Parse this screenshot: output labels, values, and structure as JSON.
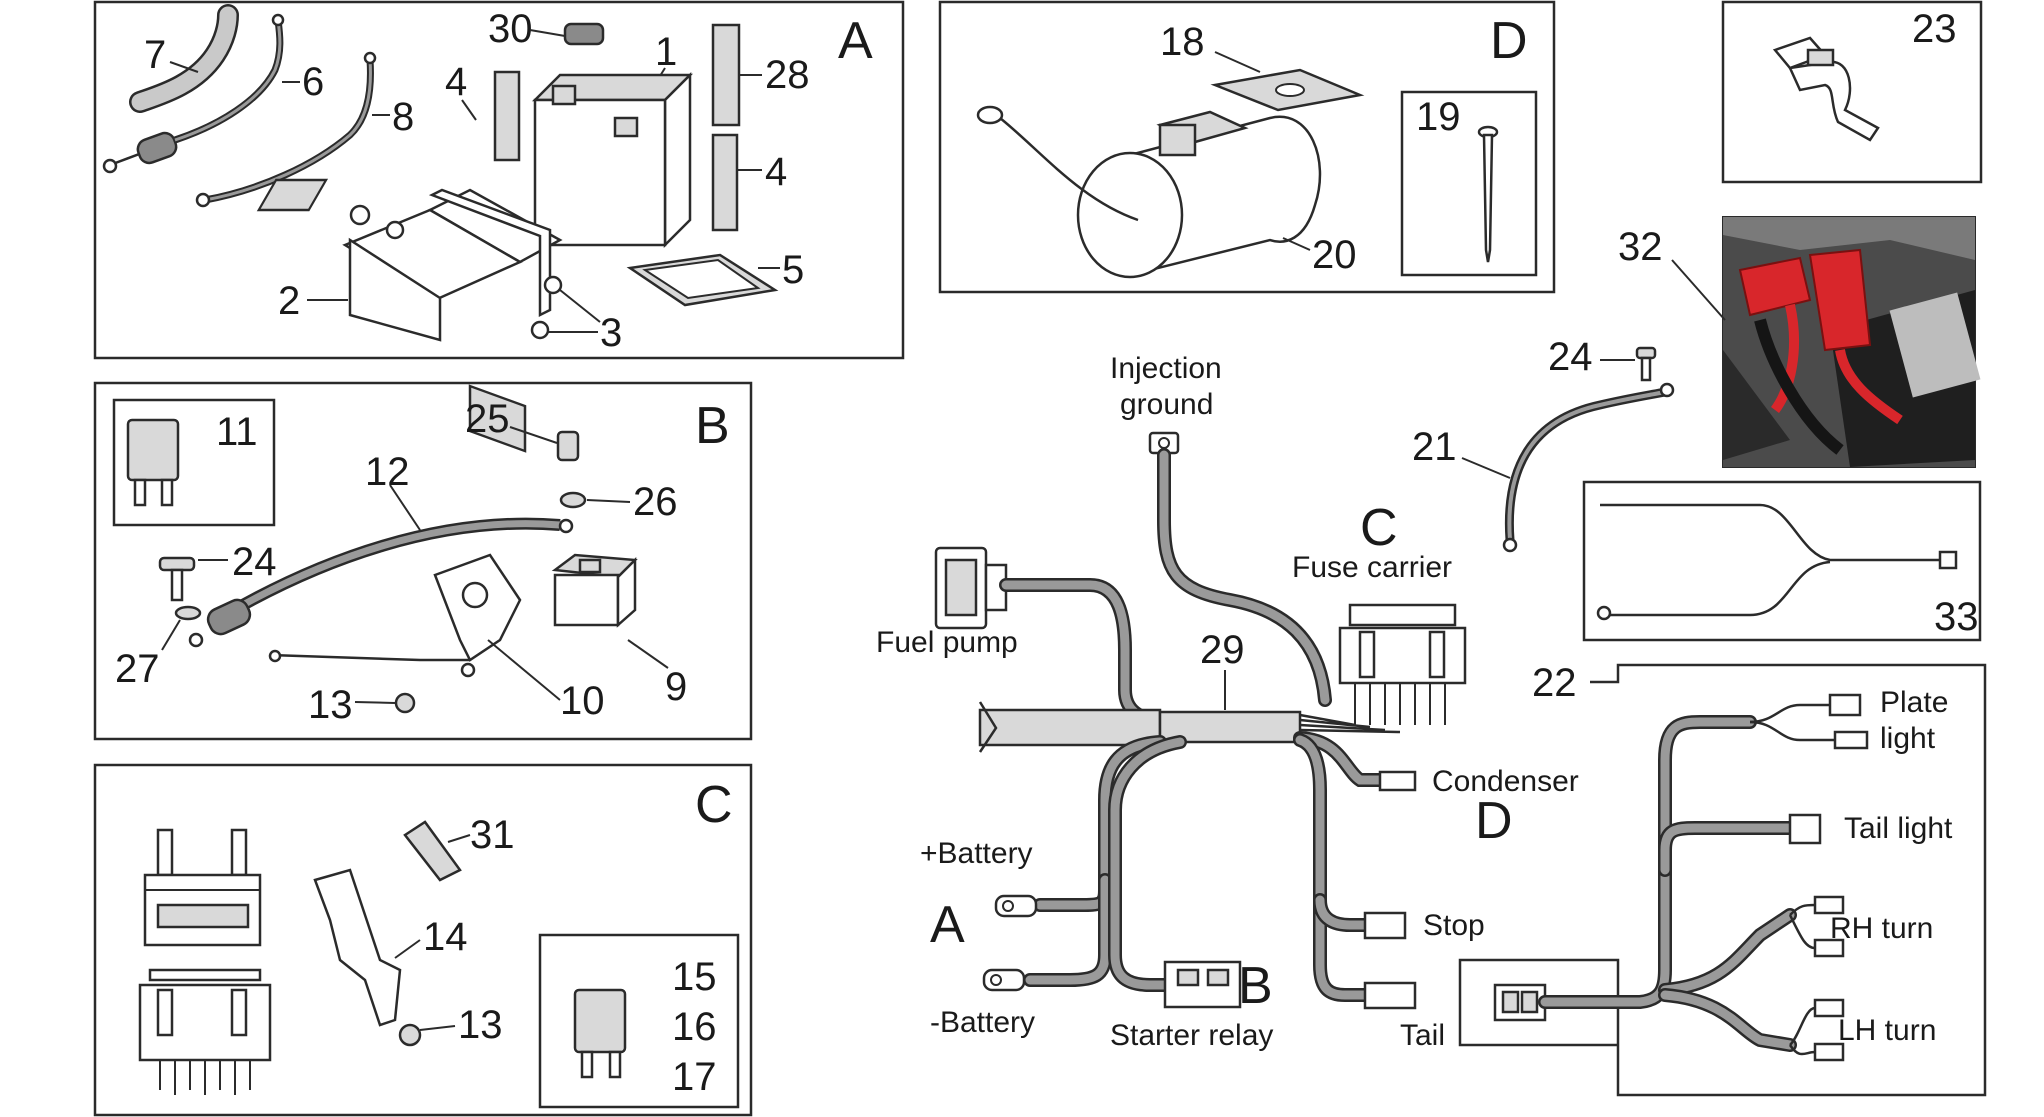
{
  "sections": {
    "a": {
      "letter": "A",
      "parts": [
        "7",
        "6",
        "8",
        "30",
        "1",
        "4",
        "28",
        "4",
        "2",
        "3",
        "5"
      ]
    },
    "b": {
      "letter": "B",
      "parts": [
        "11",
        "25",
        "12",
        "26",
        "24",
        "27",
        "13",
        "10",
        "9"
      ]
    },
    "c": {
      "letter": "C",
      "parts": [
        "31",
        "14",
        "13",
        "15",
        "16",
        "17"
      ]
    },
    "d": {
      "letter": "D",
      "parts": [
        "18",
        "19",
        "20"
      ]
    },
    "p23": {
      "part": "23"
    },
    "p32": {
      "part": "32"
    },
    "p33": {
      "part": "33"
    }
  },
  "harness": {
    "injection_ground": "Injection\nground",
    "injection_ground_l1": "Injection",
    "injection_ground_l2": "ground",
    "fuel_pump": "Fuel pump",
    "part_29": "29",
    "fuse_letter": "C",
    "fuse_carrier": "Fuse carrier",
    "condenser": "Condenser",
    "condenser_letter": "D",
    "plus_battery": "+Battery",
    "minus_battery": "-Battery",
    "battery_letter": "A",
    "starter_letter": "B",
    "starter_relay": "Starter relay",
    "stop": "Stop",
    "tail": "Tail",
    "part_24": "24",
    "part_21": "21",
    "part_22": "22"
  },
  "rear_harness": {
    "plate_light_l1": "Plate",
    "plate_light_l2": "light",
    "tail_light": "Tail light",
    "rh_turn": "RH turn",
    "lh_turn": "LH turn"
  },
  "colors": {
    "line": "#2b2b2b",
    "photo_red": "#d8262b",
    "photo_dark": "#2c2c2c"
  }
}
